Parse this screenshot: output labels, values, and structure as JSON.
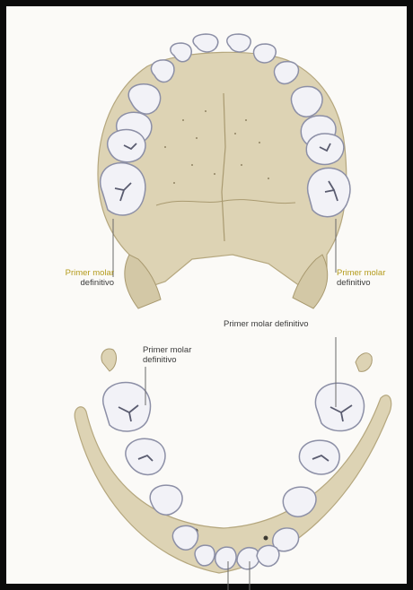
{
  "labels": {
    "upper_left": {
      "line1": "Primer molar",
      "line2": "definitivo"
    },
    "upper_right": {
      "line1": "Primer molar",
      "line2": "definitivo"
    },
    "lower_right": {
      "text": "Primer molar definitivo"
    },
    "lower_left": {
      "line1": "Primer molar",
      "line2": "definitivo"
    }
  },
  "colors": {
    "bone": "#ddd3b4",
    "bone_shadow": "#c4b795",
    "tooth": "#f2f2f7",
    "tooth_outline": "#8c8fa6",
    "fissure": "#5a5c70",
    "label_highlight": "#b49b1c",
    "frame": "#0b0b0b"
  }
}
